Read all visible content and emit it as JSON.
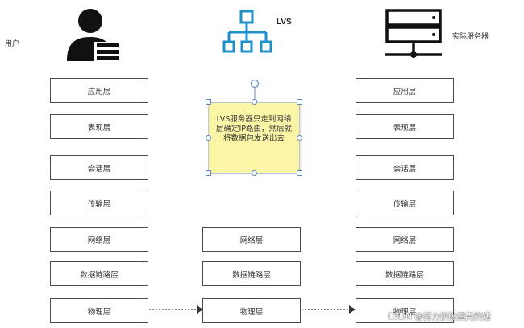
{
  "user_label": "用户",
  "lvs_label": "LVS",
  "server_label": "实际服务器",
  "left_layers": [
    "应用层",
    "表现层",
    "会话层",
    "传输层",
    "网络层",
    "数据链路层",
    "物理层"
  ],
  "middle_layers": [
    "网络层",
    "数据链路层",
    "物理层"
  ],
  "right_layers": [
    "应用层",
    "表现层",
    "会话层",
    "传输层",
    "网络层",
    "数据链路层",
    "物理层"
  ],
  "note_text": "LVS服务器只走到网络层确定IP路由，然后就将数据包发送出去",
  "watermark": "CSDN @努力拱破蛋壳的猪",
  "colors": {
    "icon_dark": "#111111",
    "network_icon": "#1e90c8",
    "note_fill": "#fbf6a6",
    "handle": "#5b8ac7"
  },
  "icons": {
    "user": "user-icon",
    "lvs": "network-icon",
    "server": "server-icon"
  }
}
